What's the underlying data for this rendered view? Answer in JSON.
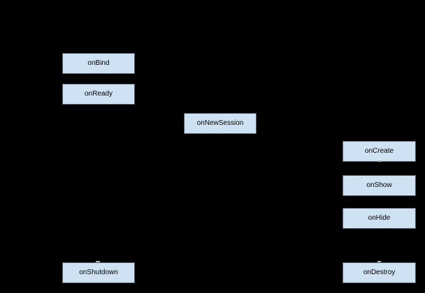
{
  "diagram": {
    "nodes": [
      {
        "id": "onBind",
        "label": "onBind"
      },
      {
        "id": "onReady",
        "label": "onReady"
      },
      {
        "id": "onNewSession",
        "label": "onNewSession"
      },
      {
        "id": "onCreate",
        "label": "onCreate"
      },
      {
        "id": "onShow",
        "label": "onShow"
      },
      {
        "id": "onHide",
        "label": "onHide"
      },
      {
        "id": "onShutdown",
        "label": "onShutdown"
      },
      {
        "id": "onDestroy",
        "label": "onDestroy"
      }
    ]
  },
  "colors": {
    "background": "#000000",
    "node_fill": "#cfe2f3",
    "node_border": "#4e5a66",
    "node_text": "#000000",
    "artifact": "#aab4bd"
  }
}
